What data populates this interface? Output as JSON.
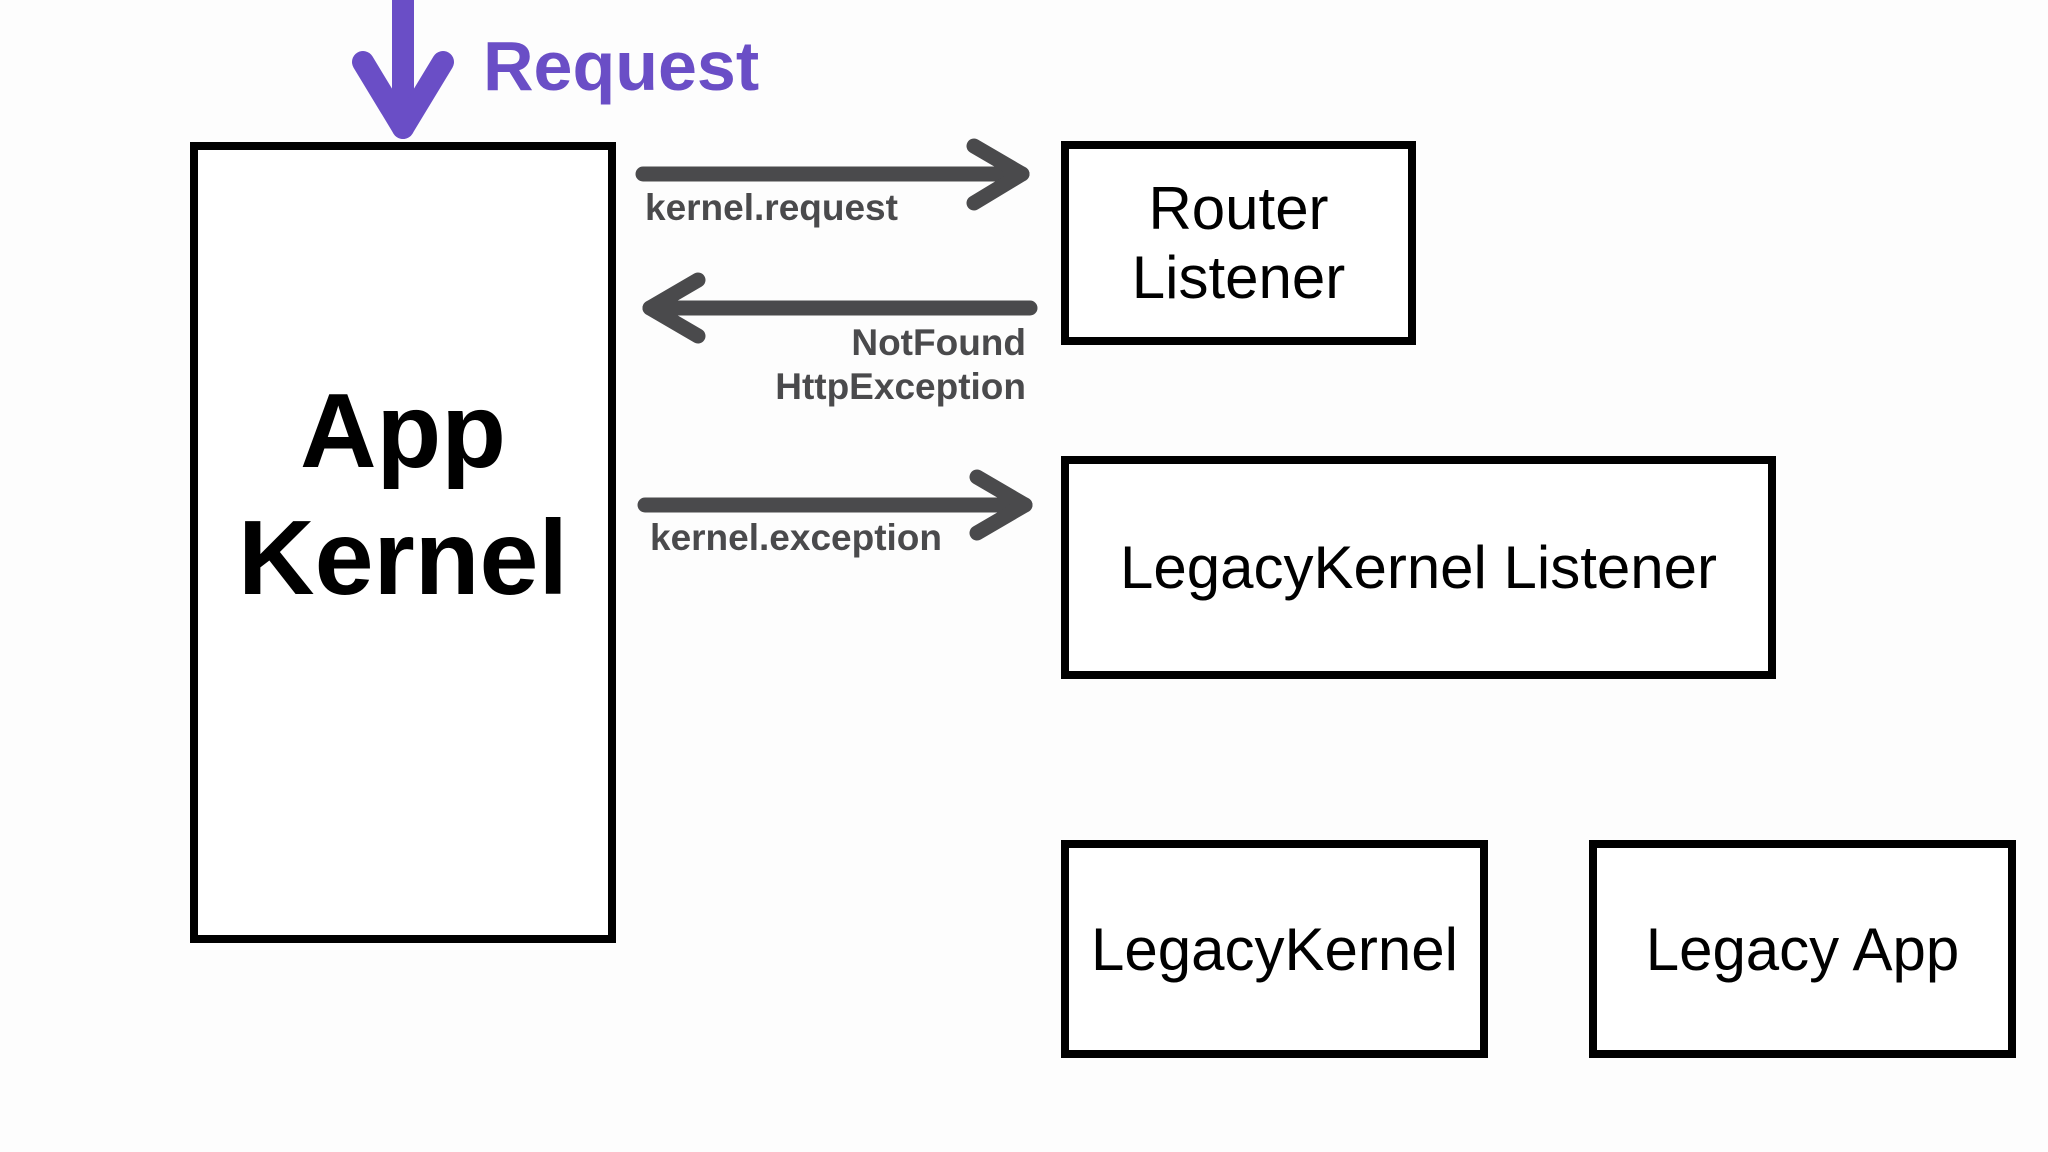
{
  "colors": {
    "accent": "#6a4ec6",
    "arrow": "#4a4a4c",
    "box_border": "#000000",
    "background": "#fdfdfd"
  },
  "request": {
    "label": "Request"
  },
  "nodes": {
    "app_kernel": "App\nKernel",
    "router_listener": "Router\nListener",
    "legacykernel_listener": "LegacyKernel Listener",
    "legacykernel": "LegacyKernel",
    "legacy_app": "Legacy App"
  },
  "edges": {
    "kernel_request": "kernel.request",
    "notfound_exception": "NotFound\nHttpException",
    "kernel_exception": "kernel.exception"
  }
}
